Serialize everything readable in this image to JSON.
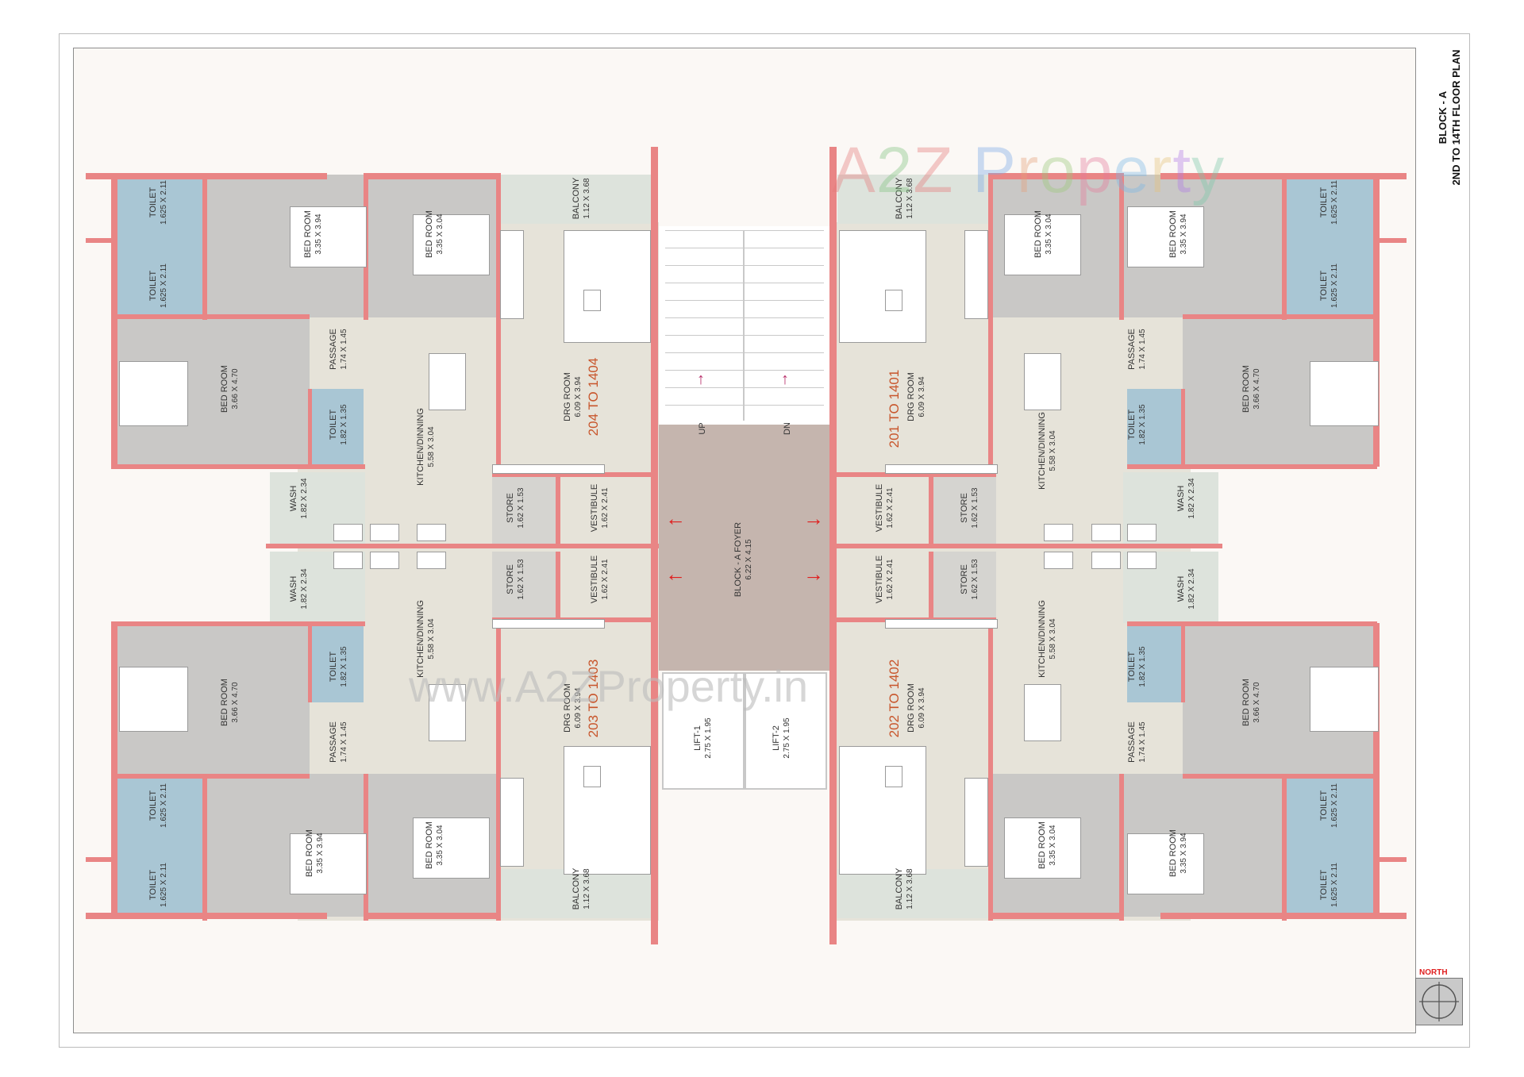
{
  "title": {
    "line1": "BLOCK - A",
    "line2": "2ND TO 14TH FLOOR PLAN"
  },
  "watermark": {
    "logo": "A2Z Property",
    "url": "www.A2ZProperty.in"
  },
  "north_label": "NORTH",
  "stairs": {
    "up": "UP",
    "down": "DN"
  },
  "colors": {
    "wall": "#e98585",
    "drawing_room": "#e6e3d9",
    "bed_room": "#c9c8c6",
    "toilet": "#a9c6d4",
    "foyer": "#c5b5ae",
    "unit_number": "#c8552b",
    "arrow": "#e01f1f"
  },
  "rooms": [
    {
      "name": "TOILET",
      "dims": "1.625 X 2.11"
    },
    {
      "name": "TOILET",
      "dims": "1.625 X 2.11"
    },
    {
      "name": "BED ROOM",
      "dims": "3.35 X 3.94"
    },
    {
      "name": "BED ROOM",
      "dims": "3.35 X 3.04"
    },
    {
      "name": "BALCONY",
      "dims": "1.12 X 3.68"
    },
    {
      "name": "BED ROOM",
      "dims": "3.66 X 4.70"
    },
    {
      "name": "PASSAGE",
      "dims": "1.74 X 1.45"
    },
    {
      "name": "TOILET",
      "dims": "1.82 X 1.35"
    },
    {
      "name": "KITCHEN/DINNING",
      "dims": "5.58 X 3.04"
    },
    {
      "name": "DRG ROOM",
      "dims": "6.09 X 3.94"
    },
    {
      "name": "WASH",
      "dims": "1.82 X 2.34"
    },
    {
      "name": "STORE",
      "dims": "1.62 X 1.53"
    },
    {
      "name": "VESTIBULE",
      "dims": "1.62 X 2.41"
    },
    {
      "name": "WASH",
      "dims": "1.82 X 2.34"
    },
    {
      "name": "STORE",
      "dims": "1.62 X 1.53"
    },
    {
      "name": "VESTIBULE",
      "dims": "1.62 X 2.41"
    },
    {
      "name": "KITCHEN/DINNING",
      "dims": "5.58 X 3.04"
    },
    {
      "name": "BED ROOM",
      "dims": "3.66 X 4.70"
    },
    {
      "name": "TOILET",
      "dims": "1.82 X 1.35"
    },
    {
      "name": "PASSAGE",
      "dims": "1.74 X 1.45"
    },
    {
      "name": "DRG ROOM",
      "dims": "6.09 X 3.94"
    },
    {
      "name": "TOILET",
      "dims": "1.625 X 2.11"
    },
    {
      "name": "TOILET",
      "dims": "1.625 X 2.11"
    },
    {
      "name": "BED ROOM",
      "dims": "3.35 X 3.94"
    },
    {
      "name": "BED ROOM",
      "dims": "3.35 X 3.04"
    },
    {
      "name": "BALCONY",
      "dims": "1.12 X 3.68"
    },
    {
      "name": "BLOCK - A FOYER",
      "dims": "6.22 X 4.15"
    },
    {
      "name": "LIFT-1",
      "dims": "2.75 X 1.95"
    },
    {
      "name": "LIFT-2",
      "dims": "2.75 X 1.95"
    },
    {
      "name": "BALCONY",
      "dims": "1.12 X 3.68"
    },
    {
      "name": "BED ROOM",
      "dims": "3.35 X 3.04"
    },
    {
      "name": "BED ROOM",
      "dims": "3.35 X 3.94"
    },
    {
      "name": "TOILET",
      "dims": "1.625 X 2.11"
    },
    {
      "name": "TOILET",
      "dims": "1.625 X 2.11"
    },
    {
      "name": "DRG ROOM",
      "dims": "6.09 X 3.94"
    },
    {
      "name": "KITCHEN/DINNING",
      "dims": "5.58 X 3.04"
    },
    {
      "name": "PASSAGE",
      "dims": "1.74 X 1.45"
    },
    {
      "name": "TOILET",
      "dims": "1.82 X 1.35"
    },
    {
      "name": "BED ROOM",
      "dims": "3.66 X 4.70"
    },
    {
      "name": "VESTIBULE",
      "dims": "1.62 X 2.41"
    },
    {
      "name": "STORE",
      "dims": "1.62 X 1.53"
    },
    {
      "name": "WASH",
      "dims": "1.82 X 2.34"
    },
    {
      "name": "VESTIBULE",
      "dims": "1.62 X 2.41"
    },
    {
      "name": "STORE",
      "dims": "1.62 X 1.53"
    },
    {
      "name": "WASH",
      "dims": "1.82 X 2.34"
    },
    {
      "name": "KITCHEN/DINNING",
      "dims": "5.58 X 3.04"
    },
    {
      "name": "DRG ROOM",
      "dims": "6.09 X 3.94"
    },
    {
      "name": "TOILET",
      "dims": "1.82 X 1.35"
    },
    {
      "name": "PASSAGE",
      "dims": "1.74 X 1.45"
    },
    {
      "name": "BED ROOM",
      "dims": "3.66 X 4.70"
    },
    {
      "name": "BALCONY",
      "dims": "1.12 X 3.68"
    },
    {
      "name": "BED ROOM",
      "dims": "3.35 X 3.04"
    },
    {
      "name": "BED ROOM",
      "dims": "3.35 X 3.94"
    },
    {
      "name": "TOILET",
      "dims": "1.625 X 2.11"
    },
    {
      "name": "TOILET",
      "dims": "1.625 X 2.11"
    }
  ],
  "units": [
    "204 TO 1404",
    "203 TO 1403",
    "201 TO 1401",
    "202 TO 1402"
  ]
}
